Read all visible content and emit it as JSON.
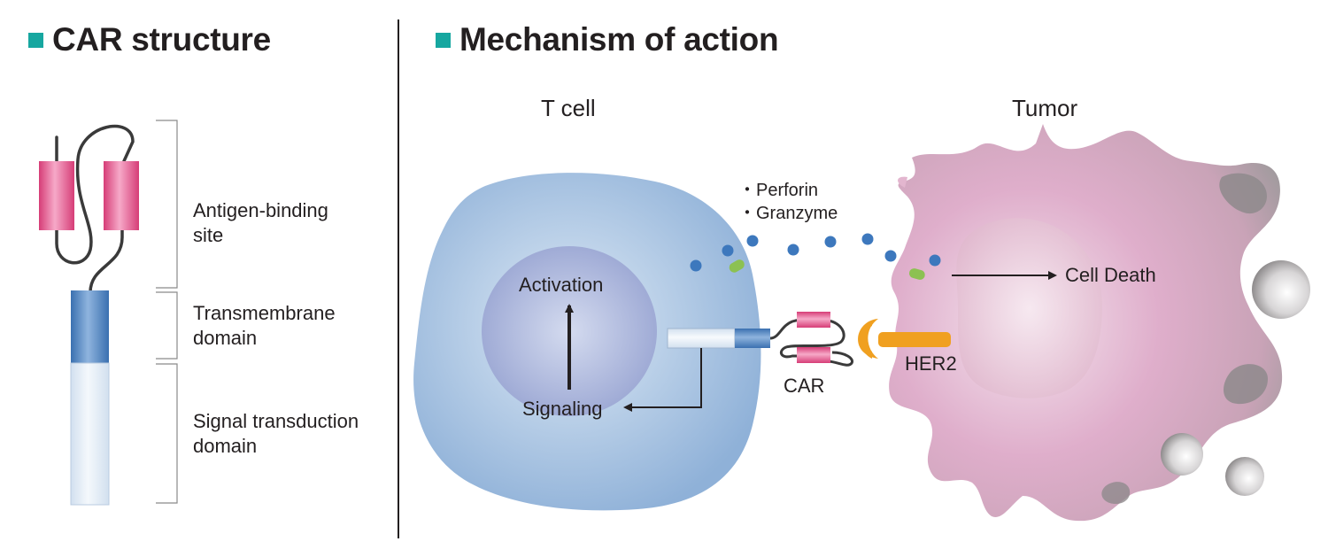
{
  "colors": {
    "accent": "#16a7a0",
    "pink": "#e85a91",
    "blue_segment": "#4a82c4",
    "tcell": "#a9c6e3",
    "tumor": "#d9a3c3",
    "her2": "#f0a020",
    "granule_blue": "#3d78bd",
    "granule_green": "#8cc152"
  },
  "left": {
    "title": "CAR structure",
    "labels": {
      "antigen_binding": [
        "Antigen-binding",
        "site"
      ],
      "transmembrane": [
        "Transmembrane",
        "domain"
      ],
      "signal": [
        "Signal transduction",
        "domain"
      ]
    }
  },
  "right": {
    "title": "Mechanism of action",
    "tcell_label": "T cell",
    "tumor_label": "Tumor",
    "activation": "Activation",
    "signaling": "Signaling",
    "perforin": "・Perforin",
    "granzyme": "・Granzyme",
    "car": "CAR",
    "her2": "HER2",
    "cell_death": "Cell Death"
  }
}
